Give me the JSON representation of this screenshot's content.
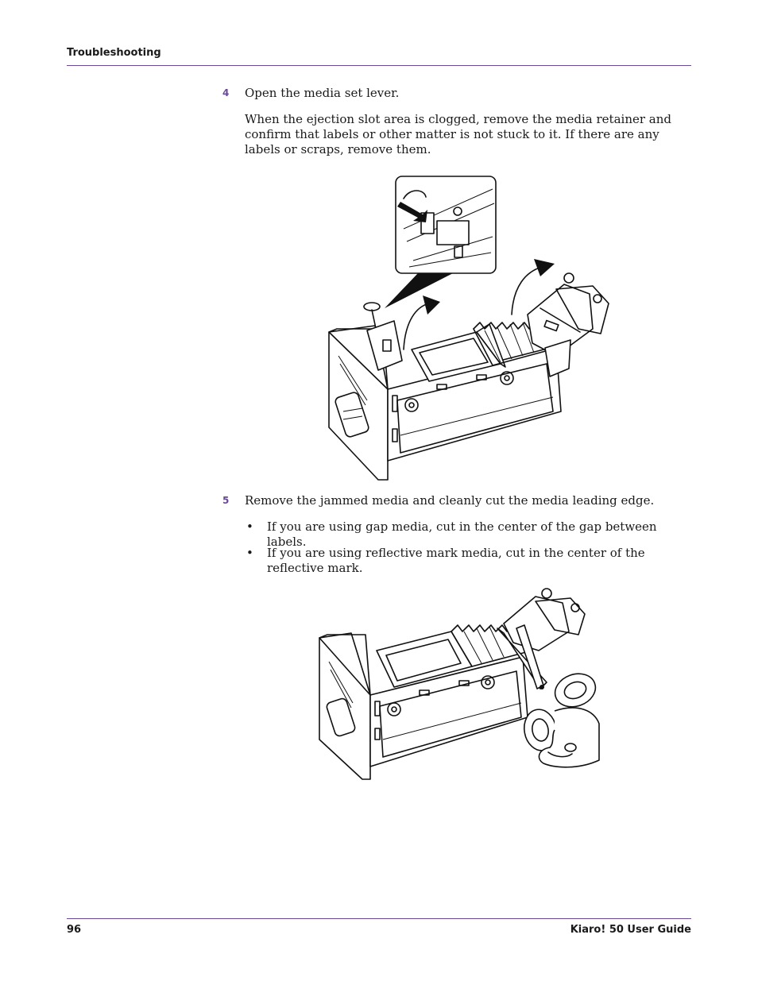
{
  "header": {
    "section": "Troubleshooting"
  },
  "steps": [
    {
      "number": "4",
      "text": "Open the media set lever.",
      "note": "When the ejection slot area is clogged, remove the media retainer and confirm that labels or other matter is not stuck to it. If there are any labels or scraps, remove them."
    },
    {
      "number": "5",
      "text": "Remove the jammed media and cleanly cut the media leading edge.",
      "bullets": [
        "If you are using gap media, cut in the center of the gap between labels.",
        "If you are using reflective mark media, cut in the center of the reflective mark."
      ]
    }
  ],
  "footer": {
    "page_number": "96",
    "guide_title": "Kiaro! 50 User Guide"
  },
  "bullet_symbol": "•",
  "colors": {
    "accent": "#6a4a96",
    "text": "#1a1a1a",
    "rule": "#6a4a96"
  }
}
